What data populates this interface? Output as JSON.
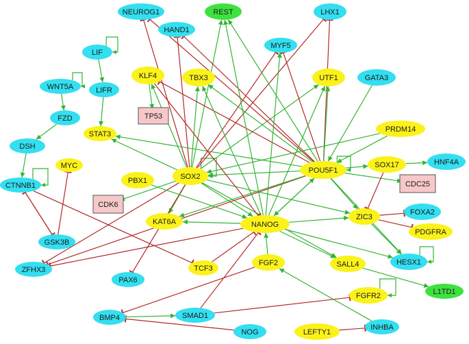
{
  "colors": {
    "cyan": "#33dff0",
    "yellow": "#fbf21a",
    "green": "#3ee23e",
    "pink": "#f6c8c8",
    "activation": "#33b433",
    "inhibition": "#b42828"
  },
  "nodes": [
    {
      "id": "NEUROG1",
      "label": "NEUROG1",
      "color": "cyan",
      "shape": "ellipse"
    },
    {
      "id": "REST",
      "label": "REST",
      "color": "green",
      "shape": "ellipse"
    },
    {
      "id": "LHX1",
      "label": "LHX1",
      "color": "cyan",
      "shape": "ellipse"
    },
    {
      "id": "HAND1",
      "label": "HAND1",
      "color": "cyan",
      "shape": "ellipse"
    },
    {
      "id": "LIF",
      "label": "LIF",
      "color": "cyan",
      "shape": "ellipse"
    },
    {
      "id": "MYF5",
      "label": "MYF5",
      "color": "cyan",
      "shape": "ellipse"
    },
    {
      "id": "WNT5A",
      "label": "WNT5A",
      "color": "cyan",
      "shape": "ellipse"
    },
    {
      "id": "LIFR",
      "label": "LIFR",
      "color": "cyan",
      "shape": "ellipse"
    },
    {
      "id": "KLF4",
      "label": "KLF4",
      "color": "yellow",
      "shape": "ellipse"
    },
    {
      "id": "TBX3",
      "label": "TBX3",
      "color": "yellow",
      "shape": "ellipse"
    },
    {
      "id": "UTF1",
      "label": "UTF1",
      "color": "yellow",
      "shape": "ellipse"
    },
    {
      "id": "GATA3",
      "label": "GATA3",
      "color": "cyan",
      "shape": "ellipse"
    },
    {
      "id": "FZD",
      "label": "FZD",
      "color": "cyan",
      "shape": "ellipse"
    },
    {
      "id": "TP53",
      "label": "TP53",
      "color": "pink",
      "shape": "box"
    },
    {
      "id": "STAT3",
      "label": "STAT3",
      "color": "yellow",
      "shape": "ellipse"
    },
    {
      "id": "PRDM14",
      "label": "PRDM14",
      "color": "yellow",
      "shape": "ellipse"
    },
    {
      "id": "DSH",
      "label": "DSH",
      "color": "cyan",
      "shape": "ellipse"
    },
    {
      "id": "SOX2",
      "label": "SOX2",
      "color": "yellow",
      "shape": "ellipse"
    },
    {
      "id": "POU5F1",
      "label": "POU5F1",
      "color": "yellow",
      "shape": "ellipse"
    },
    {
      "id": "SOX17",
      "label": "SOX17",
      "color": "yellow",
      "shape": "ellipse"
    },
    {
      "id": "HNF4A",
      "label": "HNF4A",
      "color": "cyan",
      "shape": "ellipse"
    },
    {
      "id": "MYC",
      "label": "MYC",
      "color": "yellow",
      "shape": "ellipse"
    },
    {
      "id": "CTNNB1",
      "label": "CTNNB1",
      "color": "cyan",
      "shape": "ellipse"
    },
    {
      "id": "PBX1",
      "label": "PBX1",
      "color": "yellow",
      "shape": "ellipse"
    },
    {
      "id": "CDC25",
      "label": "CDC25",
      "color": "pink",
      "shape": "box"
    },
    {
      "id": "CDK6",
      "label": "CDK6",
      "color": "pink",
      "shape": "box"
    },
    {
      "id": "KAT6A",
      "label": "KAT6A",
      "color": "yellow",
      "shape": "ellipse"
    },
    {
      "id": "NANOG",
      "label": "NANOG",
      "color": "yellow",
      "shape": "ellipse"
    },
    {
      "id": "ZIC3",
      "label": "ZIC3",
      "color": "yellow",
      "shape": "ellipse"
    },
    {
      "id": "FOXA2",
      "label": "FOXA2",
      "color": "cyan",
      "shape": "ellipse"
    },
    {
      "id": "PDGFRA",
      "label": "PDGFRA",
      "color": "yellow",
      "shape": "ellipse"
    },
    {
      "id": "GSK3B",
      "label": "GSK3B",
      "color": "cyan",
      "shape": "ellipse"
    },
    {
      "id": "HESX1",
      "label": "HESX1",
      "color": "cyan",
      "shape": "ellipse"
    },
    {
      "id": "ZFHX3",
      "label": "ZFHX3",
      "color": "cyan",
      "shape": "ellipse"
    },
    {
      "id": "TCF3",
      "label": "TCF3",
      "color": "yellow",
      "shape": "ellipse"
    },
    {
      "id": "FGF2",
      "label": "FGF2",
      "color": "yellow",
      "shape": "ellipse"
    },
    {
      "id": "SALL4",
      "label": "SALL4",
      "color": "yellow",
      "shape": "ellipse"
    },
    {
      "id": "PAX6",
      "label": "PAX6",
      "color": "cyan",
      "shape": "ellipse"
    },
    {
      "id": "L1TD1",
      "label": "L1TD1",
      "color": "green",
      "shape": "ellipse"
    },
    {
      "id": "FGFR2",
      "label": "FGFR2",
      "color": "yellow",
      "shape": "ellipse"
    },
    {
      "id": "BMP4",
      "label": "BMP4",
      "color": "cyan",
      "shape": "ellipse"
    },
    {
      "id": "SMAD1",
      "label": "SMAD1",
      "color": "cyan",
      "shape": "ellipse"
    },
    {
      "id": "NOG",
      "label": "NOG",
      "color": "cyan",
      "shape": "ellipse"
    },
    {
      "id": "LEFTY1",
      "label": "LEFTY1",
      "color": "yellow",
      "shape": "ellipse"
    },
    {
      "id": "INHBA",
      "label": "INHBA",
      "color": "cyan",
      "shape": "ellipse"
    }
  ],
  "edges": [
    {
      "from": "LIF",
      "to": "LIF",
      "type": "activation"
    },
    {
      "from": "LIF",
      "to": "LIFR",
      "type": "activation"
    },
    {
      "from": "WNT5A",
      "to": "WNT5A",
      "type": "activation"
    },
    {
      "from": "WNT5A",
      "to": "FZD",
      "type": "activation"
    },
    {
      "from": "FZD",
      "to": "DSH",
      "type": "activation"
    },
    {
      "from": "DSH",
      "to": "CTNNB1",
      "type": "activation"
    },
    {
      "from": "CTNNB1",
      "to": "CTNNB1",
      "type": "activation"
    },
    {
      "from": "LIFR",
      "to": "STAT3",
      "type": "activation"
    },
    {
      "from": "KLF4",
      "to": "TP53",
      "type": "activation"
    },
    {
      "from": "SOX2",
      "to": "SOX2",
      "type": "activation"
    },
    {
      "from": "POU5F1",
      "to": "POU5F1",
      "type": "activation"
    },
    {
      "from": "FGFR2",
      "to": "FGFR2",
      "type": "activation"
    },
    {
      "from": "HESX1",
      "to": "HESX1",
      "type": "activation"
    },
    {
      "from": "SOX2",
      "to": "REST",
      "type": "activation"
    },
    {
      "from": "SOX2",
      "to": "HAND1",
      "type": "inhibition"
    },
    {
      "from": "SOX2",
      "to": "NEUROG1",
      "type": "inhibition"
    },
    {
      "from": "SOX2",
      "to": "LHX1",
      "type": "inhibition"
    },
    {
      "from": "SOX2",
      "to": "MYF5",
      "type": "inhibition"
    },
    {
      "from": "SOX2",
      "to": "KLF4",
      "type": "activation"
    },
    {
      "from": "SOX2",
      "to": "TBX3",
      "type": "activation"
    },
    {
      "from": "SOX2",
      "to": "UTF1",
      "type": "activation"
    },
    {
      "from": "SOX2",
      "to": "STAT3",
      "type": "activation"
    },
    {
      "from": "SOX2",
      "to": "NANOG",
      "type": "activation"
    },
    {
      "from": "SOX2",
      "to": "KAT6A",
      "type": "activation"
    },
    {
      "from": "SOX2",
      "to": "CDK6",
      "type": "activation"
    },
    {
      "from": "SOX2",
      "to": "ZFHX3",
      "type": "inhibition"
    },
    {
      "from": "SOX2",
      "to": "PAX6",
      "type": "inhibition"
    },
    {
      "from": "SOX2",
      "to": "ZIC3",
      "type": "activation"
    },
    {
      "from": "SOX2",
      "to": "SALL4",
      "type": "activation"
    },
    {
      "from": "POU5F1",
      "to": "REST",
      "type": "activation"
    },
    {
      "from": "POU5F1",
      "to": "HAND1",
      "type": "inhibition"
    },
    {
      "from": "POU5F1",
      "to": "NEUROG1",
      "type": "inhibition"
    },
    {
      "from": "POU5F1",
      "to": "MYF5",
      "type": "inhibition"
    },
    {
      "from": "POU5F1",
      "to": "LHX1",
      "type": "inhibition"
    },
    {
      "from": "POU5F1",
      "to": "KLF4",
      "type": "inhibition"
    },
    {
      "from": "POU5F1",
      "to": "TBX3",
      "type": "activation"
    },
    {
      "from": "POU5F1",
      "to": "UTF1",
      "type": "activation"
    },
    {
      "from": "POU5F1",
      "to": "STAT3",
      "type": "activation"
    },
    {
      "from": "POU5F1",
      "to": "SOX2",
      "type": "activation"
    },
    {
      "from": "POU5F1",
      "to": "NANOG",
      "type": "activation"
    },
    {
      "from": "POU5F1",
      "to": "SOX17",
      "type": "activation"
    },
    {
      "from": "POU5F1",
      "to": "CDC25",
      "type": "activation"
    },
    {
      "from": "POU5F1",
      "to": "ZIC3",
      "type": "activation"
    },
    {
      "from": "POU5F1",
      "to": "HESX1",
      "type": "activation"
    },
    {
      "from": "POU5F1",
      "to": "ZFHX3",
      "type": "inhibition"
    },
    {
      "from": "POU5F1",
      "to": "KAT6A",
      "type": "activation"
    },
    {
      "from": "GATA3",
      "to": "POU5F1",
      "type": "activation"
    },
    {
      "from": "PRDM14",
      "to": "POU5F1",
      "type": "activation"
    },
    {
      "from": "PRDM14",
      "to": "SOX2",
      "type": "activation"
    },
    {
      "from": "SOX17",
      "to": "HNF4A",
      "type": "activation"
    },
    {
      "from": "SOX17",
      "to": "ZIC3",
      "type": "inhibition"
    },
    {
      "from": "NANOG",
      "to": "REST",
      "type": "activation"
    },
    {
      "from": "NANOG",
      "to": "MYF5",
      "type": "activation"
    },
    {
      "from": "NANOG",
      "to": "TBX3",
      "type": "activation"
    },
    {
      "from": "NANOG",
      "to": "UTF1",
      "type": "activation"
    },
    {
      "from": "NANOG",
      "to": "KAT6A",
      "type": "activation"
    },
    {
      "from": "NANOG",
      "to": "ZIC3",
      "type": "activation"
    },
    {
      "from": "NANOG",
      "to": "SALL4",
      "type": "activation"
    },
    {
      "from": "NANOG",
      "to": "HESX1",
      "type": "activation"
    },
    {
      "from": "NANOG",
      "to": "POU5F1",
      "type": "activation"
    },
    {
      "from": "NANOG",
      "to": "ZFHX3",
      "type": "inhibition"
    },
    {
      "from": "PBX1",
      "to": "NANOG",
      "type": "activation"
    },
    {
      "from": "KLF4",
      "to": "NANOG",
      "type": "inhibition"
    },
    {
      "from": "TCF3",
      "to": "NANOG",
      "type": "inhibition"
    },
    {
      "from": "FGF2",
      "to": "NANOG",
      "type": "activation"
    },
    {
      "from": "SMAD1",
      "to": "NANOG",
      "type": "inhibition"
    },
    {
      "from": "ZIC3",
      "to": "FOXA2",
      "type": "inhibition"
    },
    {
      "from": "ZIC3",
      "to": "PDGFRA",
      "type": "inhibition"
    },
    {
      "from": "ZIC3",
      "to": "HESX1",
      "type": "activation"
    },
    {
      "from": "SALL4",
      "to": "L1TD1",
      "type": "activation"
    },
    {
      "from": "CTNNB1",
      "to": "GSK3B",
      "type": "inhibition"
    },
    {
      "from": "GSK3B",
      "to": "CTNNB1",
      "type": "inhibition"
    },
    {
      "from": "GSK3B",
      "to": "MYC",
      "type": "inhibition"
    },
    {
      "from": "CTNNB1",
      "to": "TCF3",
      "type": "inhibition"
    },
    {
      "from": "FGF2",
      "to": "BMP4",
      "type": "inhibition"
    },
    {
      "from": "BMP4",
      "to": "SMAD1",
      "type": "activation"
    },
    {
      "from": "NOG",
      "to": "BMP4",
      "type": "inhibition"
    },
    {
      "from": "SMAD1",
      "to": "FGFR2",
      "type": "inhibition"
    },
    {
      "from": "LEFTY1",
      "to": "INHBA",
      "type": "inhibition"
    },
    {
      "from": "INHBA",
      "to": "FGF2",
      "type": "activation"
    }
  ]
}
